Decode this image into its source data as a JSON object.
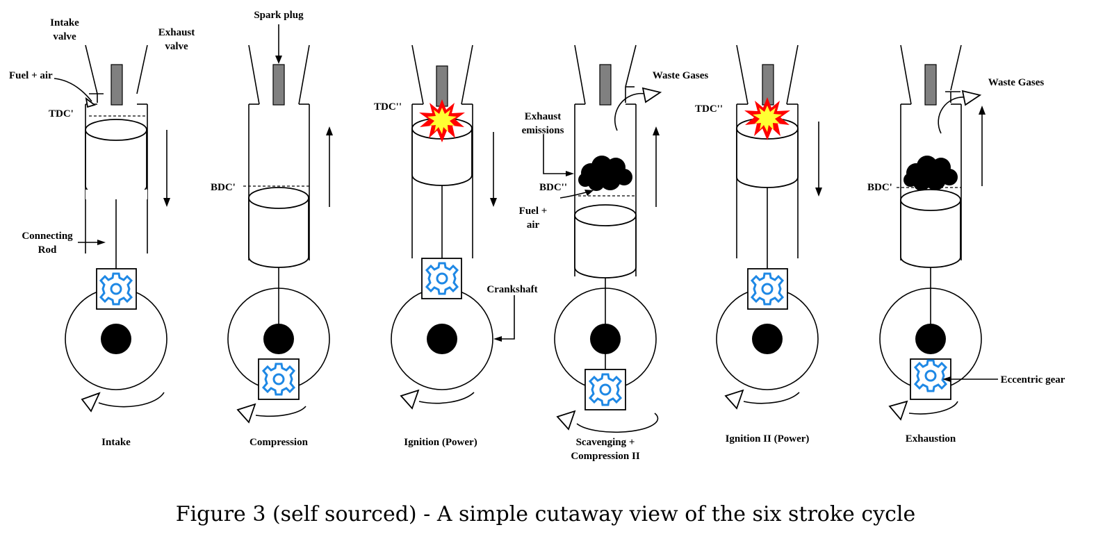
{
  "labels": {
    "intake_valve": [
      "Intake",
      "valve"
    ],
    "exhaust_valve": [
      "Exhaust",
      "valve"
    ],
    "fuel_air": "Fuel + air",
    "tdc_prime": "TDC'",
    "connecting_rod": [
      "Connecting",
      "Rod"
    ],
    "spark_plug": "Spark plug",
    "bdc_prime": "BDC'",
    "tdc_double": "TDC''",
    "crankshaft": "Crankshaft",
    "waste_gases": "Waste Gases",
    "exhaust_emissions": [
      "Exhaust",
      "emissions"
    ],
    "bdc_double": "BDC''",
    "fuel_air_2": [
      "Fuel +",
      "air"
    ],
    "eccentric_gear": "Eccentric gear"
  },
  "strokes": [
    {
      "title": [
        "Intake"
      ]
    },
    {
      "title": [
        "Compression"
      ]
    },
    {
      "title": [
        "Ignition (Power)"
      ]
    },
    {
      "title": [
        "Scavenging +",
        "Compression II"
      ]
    },
    {
      "title": [
        "Ignition II (Power)"
      ]
    },
    {
      "title": [
        "Exhaustion"
      ]
    }
  ],
  "caption": "Figure 3 (self sourced) - A simple cutaway view of the six stroke cycle",
  "colors": {
    "gear": "#1e88e5",
    "explosion_outer": "#ff0000",
    "explosion_inner": "#ffff33",
    "rod": "#808080"
  }
}
